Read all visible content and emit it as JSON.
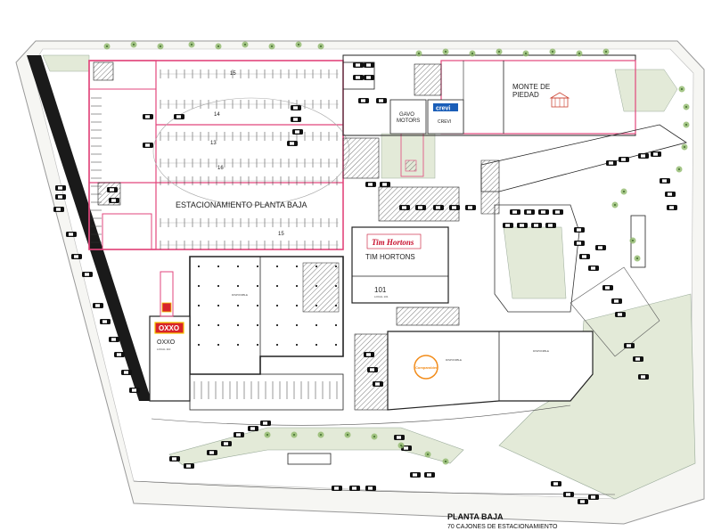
{
  "labels": {
    "parking": "ESTACIONAMIENTO PLANTA BAJA",
    "tim_hortons_logo": "Tim Hortons",
    "tim_hortons": "TIM HORTONS",
    "local_101": "101",
    "local_101_sub": "LOCAL 101",
    "oxxo_logo": "OXXO",
    "oxxo": "OXXO",
    "oxxo_sub": "LOCAL 110",
    "monte_line1": "MONTE DE",
    "monte_line2": "PIEDAD",
    "gavo_line1": "GAVO",
    "gavo_line2": "MOTORS",
    "crevi_logo": "crevi",
    "crevi_sub": "CREVI",
    "disponible_1": "DISPONIBLE",
    "disponible_2": "DISPONIBLE",
    "disponible_3": "DISPONIBLE",
    "comp_logo": "Comparabien"
  },
  "section_numbers": [
    "15",
    "14",
    "13",
    "16",
    "15"
  ],
  "caption": {
    "title": "PLANTA BAJA",
    "subtitle": "70 CAJONES DE ESTACIONAMIENTO"
  },
  "colors": {
    "accent": "#e2467c",
    "line": "#1a1a1a",
    "hatch": "#555555",
    "landscape": "#e3ead8",
    "tim_red": "#c8102e",
    "oxxo_red": "#d8232a",
    "oxxo_yellow": "#f5c400",
    "crevi_blue": "#1a5eb8",
    "comp_orange": "#f28c1a"
  }
}
